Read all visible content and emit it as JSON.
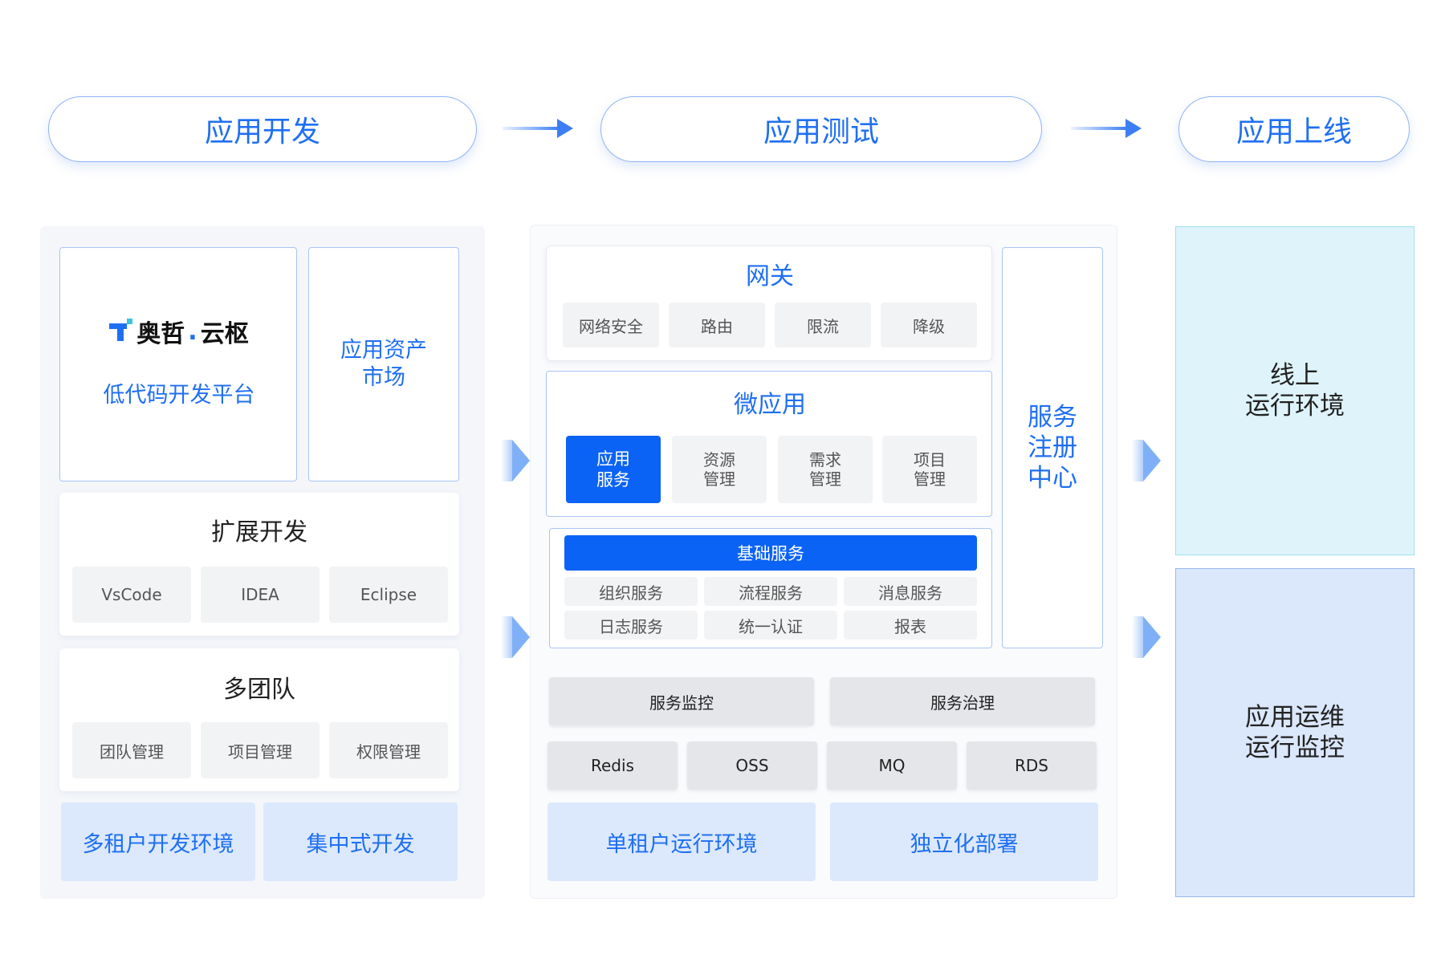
{
  "stages": [
    "应用开发",
    "应用测试",
    "应用上线"
  ],
  "dev": {
    "brand_name": "奥哲",
    "brand_dot": ".",
    "brand_product": "云枢",
    "platform": "低代码开发平台",
    "asset_market_line1": "应用资产",
    "asset_market_line2": "市场",
    "extend_title": "扩展开发",
    "extend_items": [
      "VsCode",
      "IDEA",
      "Eclipse"
    ],
    "team_title": "多团队",
    "team_items": [
      "团队管理",
      "项目管理",
      "权限管理"
    ],
    "bottom": [
      "多租户开发环境",
      "集中式开发"
    ]
  },
  "test": {
    "gateway_title": "网关",
    "gateway_items": [
      "网络安全",
      "路由",
      "限流",
      "降级"
    ],
    "micro_title": "微应用",
    "micro_items": [
      {
        "line1": "应用",
        "line2": "服务"
      },
      {
        "line1": "资源",
        "line2": "管理"
      },
      {
        "line1": "需求",
        "line2": "管理"
      },
      {
        "line1": "项目",
        "line2": "管理"
      }
    ],
    "base_title": "基础服务",
    "base_items": [
      "组织服务",
      "流程服务",
      "消息服务",
      "日志服务",
      "统一认证",
      "报表"
    ],
    "registry_lines": [
      "服务",
      "注册",
      "中心"
    ],
    "ops_items": [
      "服务监控",
      "服务治理"
    ],
    "infra_items": [
      "Redis",
      "OSS",
      "MQ",
      "RDS"
    ],
    "bottom": [
      "单租户运行环境",
      "独立化部署"
    ]
  },
  "online": {
    "top_line1": "线上",
    "top_line2": "运行环境",
    "bottom_line1": "应用运维",
    "bottom_line2": "运行监控"
  },
  "colors": {
    "accent": "#1f6ff2",
    "selected": "#0b63f6",
    "light_blue": "#dce9fc",
    "cyan": "#def4fa"
  }
}
